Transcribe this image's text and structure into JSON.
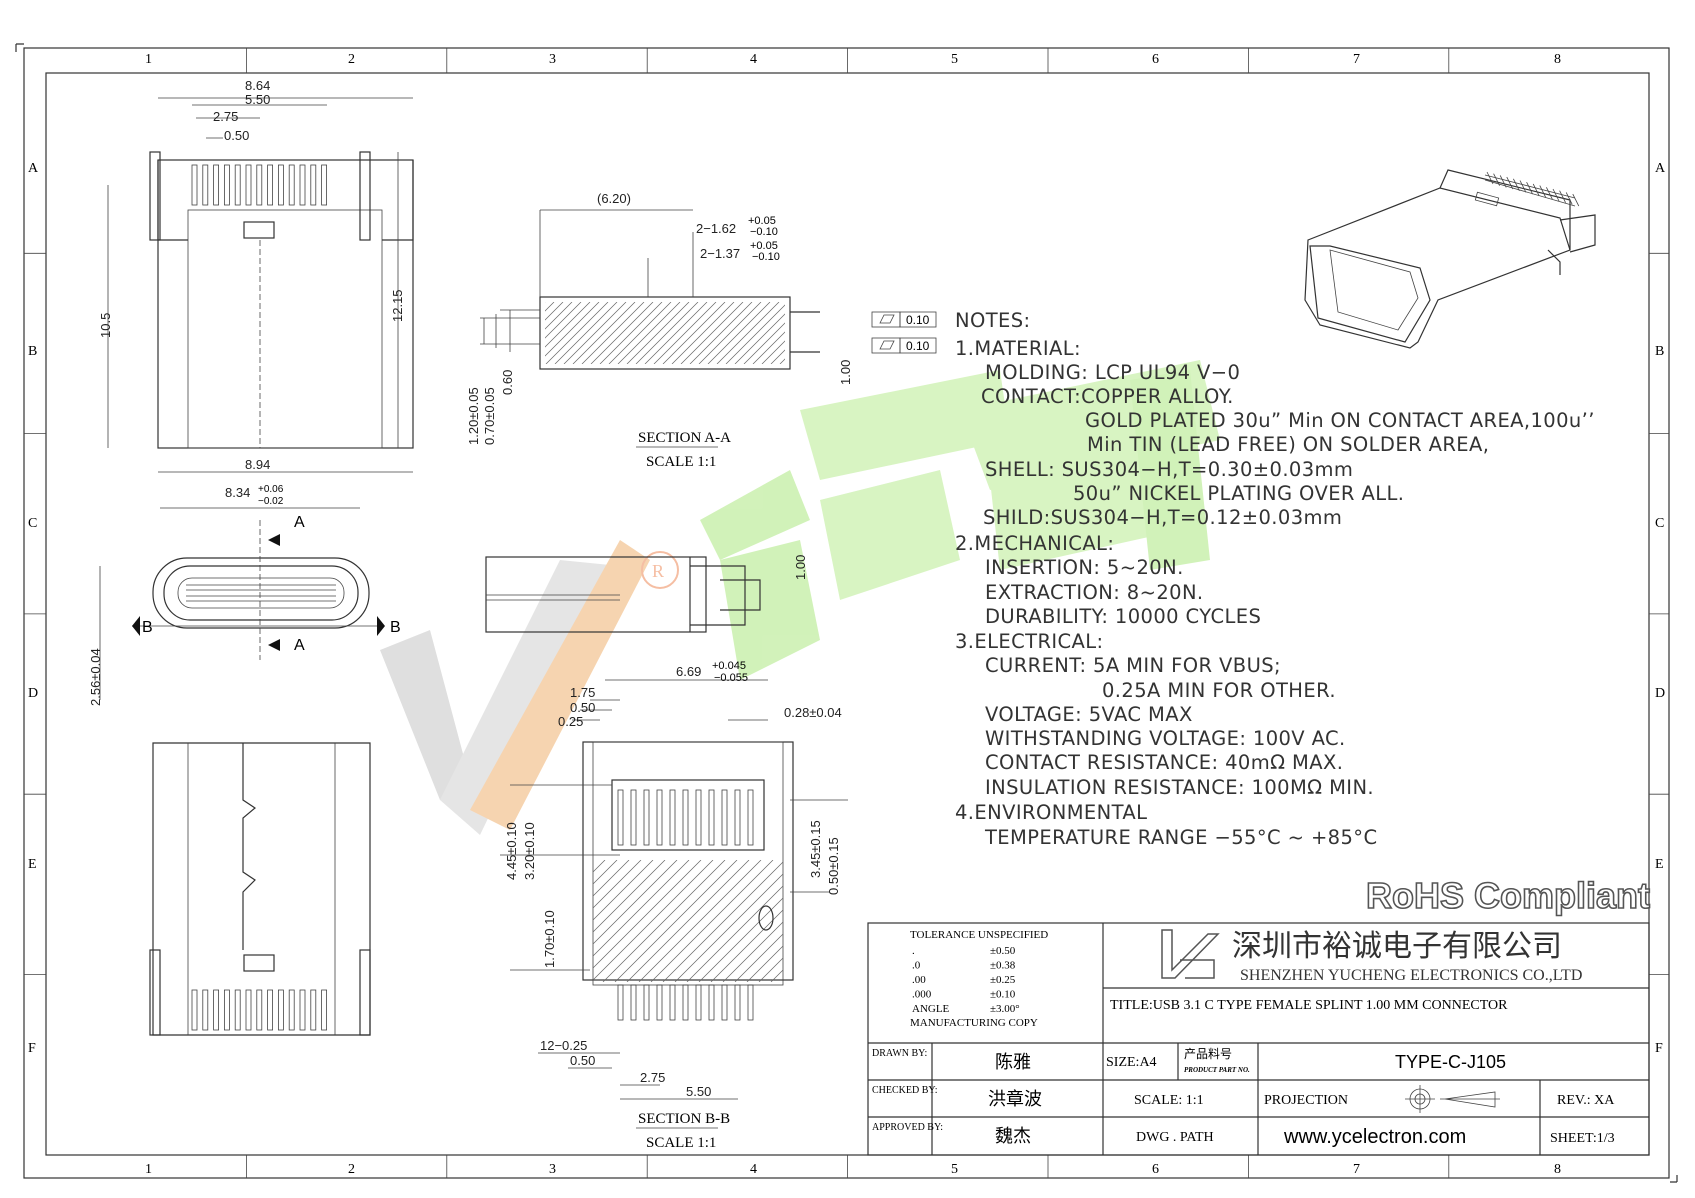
{
  "frame": {
    "columns": [
      "1",
      "2",
      "3",
      "4",
      "5",
      "6",
      "7",
      "8"
    ],
    "rows": [
      "A",
      "B",
      "C",
      "D",
      "E",
      "F"
    ]
  },
  "dimensions": {
    "d864": "8.64",
    "d550": "5.50",
    "d275": "2.75",
    "d050": "0.50",
    "d105": "10.5",
    "d1215": "12.15",
    "d894": "8.94",
    "d834": "8.34",
    "d834_tol_up": "+0.06",
    "d834_tol_dn": "−0.02",
    "d256": "2.56±0.04",
    "d620": "(6.20)",
    "d162": "2−1.62",
    "d137": "2−1.37",
    "tol_up_005": "+0.05",
    "tol_dn_010": "−0.10",
    "d120": "1.20±0.05",
    "d070": "0.70±0.05",
    "d060": "0.60",
    "d100": "1.00",
    "flat_val": "0.10",
    "d669": "6.69",
    "d669_tol_up": "+0.045",
    "d669_tol_dn": "−0.055",
    "d175": "1.75",
    "d025": "0.25",
    "d028": "0.28±0.04",
    "d445": "4.45±0.10",
    "d320": "3.20±0.10",
    "d345": "3.45±0.15",
    "d050t": "0.50±0.15",
    "d170": "1.70±0.10",
    "d12": "12−0.25",
    "sec_aa": "SECTION A-A",
    "sec_bb": "SECTION B-B",
    "scale": "SCALE 1:1",
    "label_a": "A",
    "label_b": "B"
  },
  "notes": [
    "NOTES:",
    "1.MATERIAL:",
    "MOLDING: LCP UL94 V−0",
    "CONTACT:COPPER ALLOY.",
    "GOLD PLATED 30u” Min ON CONTACT AREA,100u’’",
    "Min TIN (LEAD FREE) ON SOLDER AREA,",
    "SHELL: SUS304−H,T=0.30±0.03mm",
    "50u” NICKEL PLATING OVER ALL.",
    "SHILD:SUS304−H,T=0.12±0.03mm",
    "2.MECHANICAL:",
    "INSERTION: 5~20N.",
    "EXTRACTION: 8~20N.",
    "DURABILITY: 10000 CYCLES",
    "3.ELECTRICAL:",
    "CURRENT: 5A MIN FOR VBUS;",
    "0.25A MIN FOR OTHER.",
    "VOLTAGE: 5VAC MAX",
    "WITHSTANDING VOLTAGE: 100V AC.",
    "CONTACT RESISTANCE: 40mΩ MAX.",
    "INSULATION RESISTANCE: 100MΩ MIN.",
    "4.ENVIRONMENTAL",
    "TEMPERATURE RANGE −55°C ~ +85°C"
  ],
  "rohs": "RoHS Compliant",
  "title_block": {
    "tolerance_title": "TOLERANCE UNSPECIFIED",
    "tolerances": [
      {
        "k": ".",
        "v": "±0.50"
      },
      {
        "k": ".0",
        "v": "±0.38"
      },
      {
        "k": ".00",
        "v": "±0.25"
      },
      {
        "k": ".000",
        "v": "±0.10"
      },
      {
        "k": "ANGLE",
        "v": "±3.00°"
      }
    ],
    "manufacturing": "MANUFACTURING COPY",
    "company_cn": "深圳市裕诚电子有限公司",
    "company_en": "SHENZHEN YUCHENG ELECTRONICS CO.,LTD",
    "title": "TITLE:USB 3.1 C TYPE FEMALE SPLINT 1.00 MM CONNECTOR",
    "drawn_label": "DRAWN BY:",
    "drawn": "陈雅",
    "checked_label": "CHECKED BY:",
    "checked": "洪章波",
    "approved_label": "APPROVED BY:",
    "approved": "魏杰",
    "size": "SIZE:A4",
    "part_no_cn": "产品料号",
    "part_no_en": "PRODUCT PART NO.",
    "part_no": "TYPE-C-J105",
    "scale": "SCALE: 1:1",
    "projection": "PROJECTION",
    "rev": "REV.: XA",
    "dwg_path": "DWG . PATH",
    "website": "www.ycelectron.com",
    "sheet": "SHEET:1/3"
  },
  "colors": {
    "logo_green": "#c6f0a6",
    "logo_gray": "#d9d9d9",
    "logo_orange": "#f6c796"
  }
}
